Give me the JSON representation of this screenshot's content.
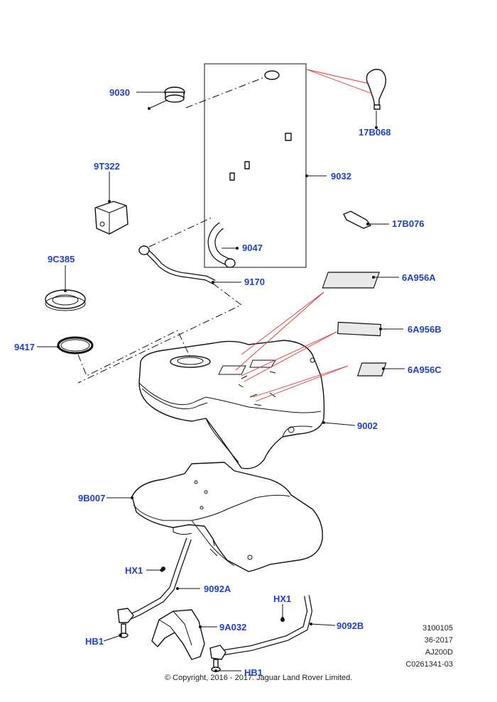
{
  "parts": {
    "fuel_cap": "9030",
    "fuel_filler_pipe": "9032",
    "funnel": "17B068",
    "control_module": "9T322",
    "clip": "17B076",
    "hose": "9047",
    "vent_tube": "9170",
    "lock_ring": "9C385",
    "seal": "9417",
    "label_a": "6A956A",
    "label_b": "6A956B",
    "label_c": "6A956C",
    "fuel_tank": "9002",
    "heat_shield": "9B007",
    "bolt_hx1_left": "HX1",
    "strap_a": "9092A",
    "bolt_hb1_left": "HB1",
    "bracket": "9A032",
    "bolt_hx1_right": "HX1",
    "strap_b": "9092B",
    "bolt_hb1_bottom": "HB1"
  },
  "info": {
    "line1": "3100105",
    "line2": "36-2017",
    "line3": "AJ200D",
    "line4": "C0261341-03"
  },
  "copyright": "© Copyright, 2016 - 2017. Jaguar Land Rover Limited.",
  "colors": {
    "label": "#1f3fd0",
    "callout_red": "#e23030"
  }
}
